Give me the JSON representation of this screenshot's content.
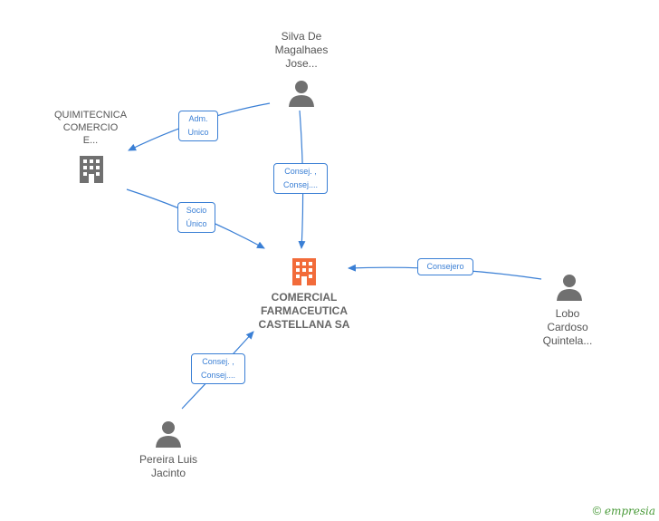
{
  "nodes": {
    "center": {
      "lines": [
        "COMERCIAL",
        "FARMACEUTICA",
        "CASTELLANA SA"
      ],
      "color": "#f26b3a"
    },
    "quimitecnica": {
      "lines": [
        "QUIMITECNICA",
        "COMERCIO",
        "E..."
      ],
      "color": "#666666"
    },
    "silva": {
      "lines": [
        "Silva De",
        "Magalhaes",
        "Jose..."
      ]
    },
    "lobo": {
      "lines": [
        "Lobo",
        "Cardoso",
        "Quintela..."
      ]
    },
    "pereira": {
      "lines": [
        "Pereira Luis",
        "Jacinto"
      ]
    }
  },
  "edges": {
    "adm": [
      "Adm.",
      "Unico"
    ],
    "consej_top": [
      "Consej. ,",
      "Consej...."
    ],
    "socio": [
      "Socio",
      "Único"
    ],
    "consejero": [
      "Consejero"
    ],
    "consej_bottom": [
      "Consej. ,",
      "Consej...."
    ]
  },
  "colors": {
    "edge": "#3a7fd5",
    "person": "#707070",
    "brand": "#4a9b3a"
  },
  "footer": {
    "copyright_symbol": "©",
    "brand": "empresia"
  }
}
